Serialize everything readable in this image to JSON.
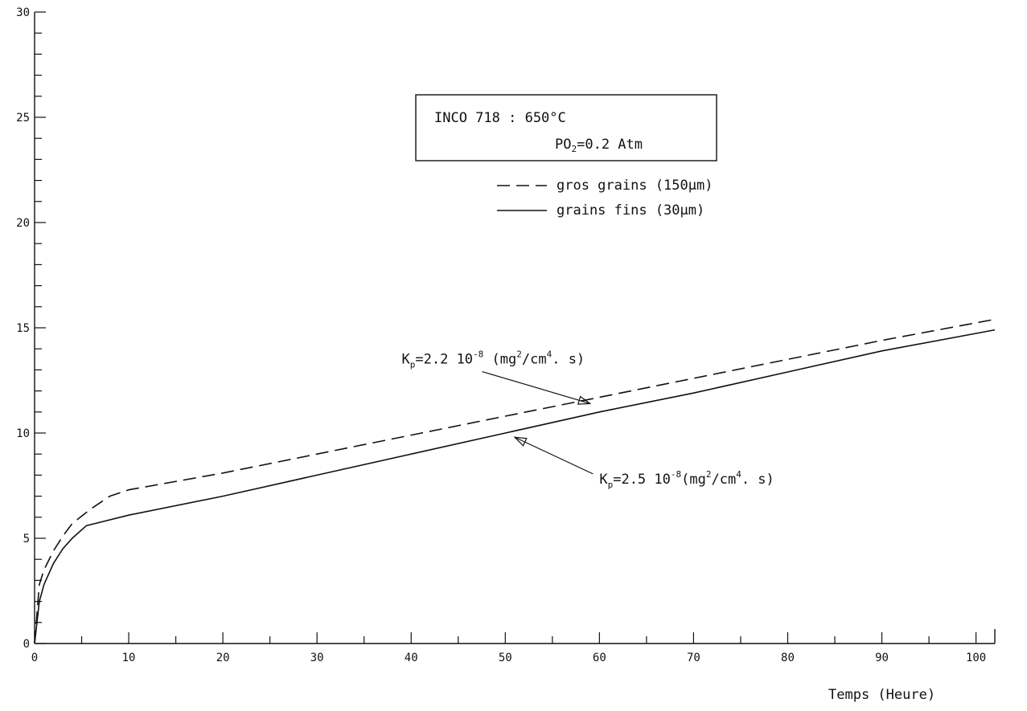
{
  "chart_data": {
    "type": "line",
    "xlabel": "Temps (Heure)",
    "ylabel": "",
    "xlim": [
      0,
      102
    ],
    "ylim": [
      0,
      30
    ],
    "x_ticks": [
      0,
      10,
      20,
      30,
      40,
      50,
      60,
      70,
      80,
      90,
      100
    ],
    "y_ticks": [
      0,
      5,
      10,
      15,
      20,
      25,
      30
    ],
    "legend_box": {
      "line1": "INCO 718 : 650°C",
      "line2_prefix": "PO",
      "line2_sub": "2",
      "line2_suffix": "=0.2 Atm"
    },
    "series": [
      {
        "name": "gros grains (150μm)",
        "style": "dashed",
        "x": [
          0,
          0.5,
          1,
          2,
          3,
          4,
          6,
          8,
          10,
          20,
          30,
          40,
          50,
          60,
          70,
          80,
          90,
          102
        ],
        "y": [
          0,
          2.8,
          3.5,
          4.4,
          5.1,
          5.7,
          6.4,
          7.0,
          7.3,
          8.1,
          9.0,
          9.9,
          10.8,
          11.7,
          12.6,
          13.5,
          14.4,
          15.4
        ]
      },
      {
        "name": "grains fins (30μm)",
        "style": "solid",
        "x": [
          0,
          0.5,
          1,
          2,
          3,
          4,
          5.5,
          10,
          20,
          30,
          40,
          50,
          60,
          70,
          80,
          90,
          102
        ],
        "y": [
          0,
          2.0,
          2.8,
          3.8,
          4.5,
          5.0,
          5.6,
          6.1,
          7.0,
          8.0,
          9.0,
          10.0,
          11.0,
          11.9,
          12.9,
          13.9,
          14.9
        ]
      }
    ],
    "annotations": [
      {
        "prefix": "K",
        "sub": "p",
        "mid": "=2.2  10",
        "exp": "-8",
        "after1": " (mg",
        "exp2": "2",
        "after2": "/cm",
        "exp3": "4",
        "after3": ". s)",
        "target": {
          "x": 59,
          "y": 11.4
        },
        "label_at": {
          "x": 39,
          "y": 13.3
        }
      },
      {
        "prefix": "K",
        "sub": "p",
        "mid": "=2.5  10",
        "exp": "-8",
        "after1": "(mg",
        "exp2": "2",
        "after2": "/cm",
        "exp3": "4",
        "after3": ". s)",
        "target": {
          "x": 51,
          "y": 9.8
        },
        "label_at": {
          "x": 60,
          "y": 7.6
        }
      }
    ]
  }
}
